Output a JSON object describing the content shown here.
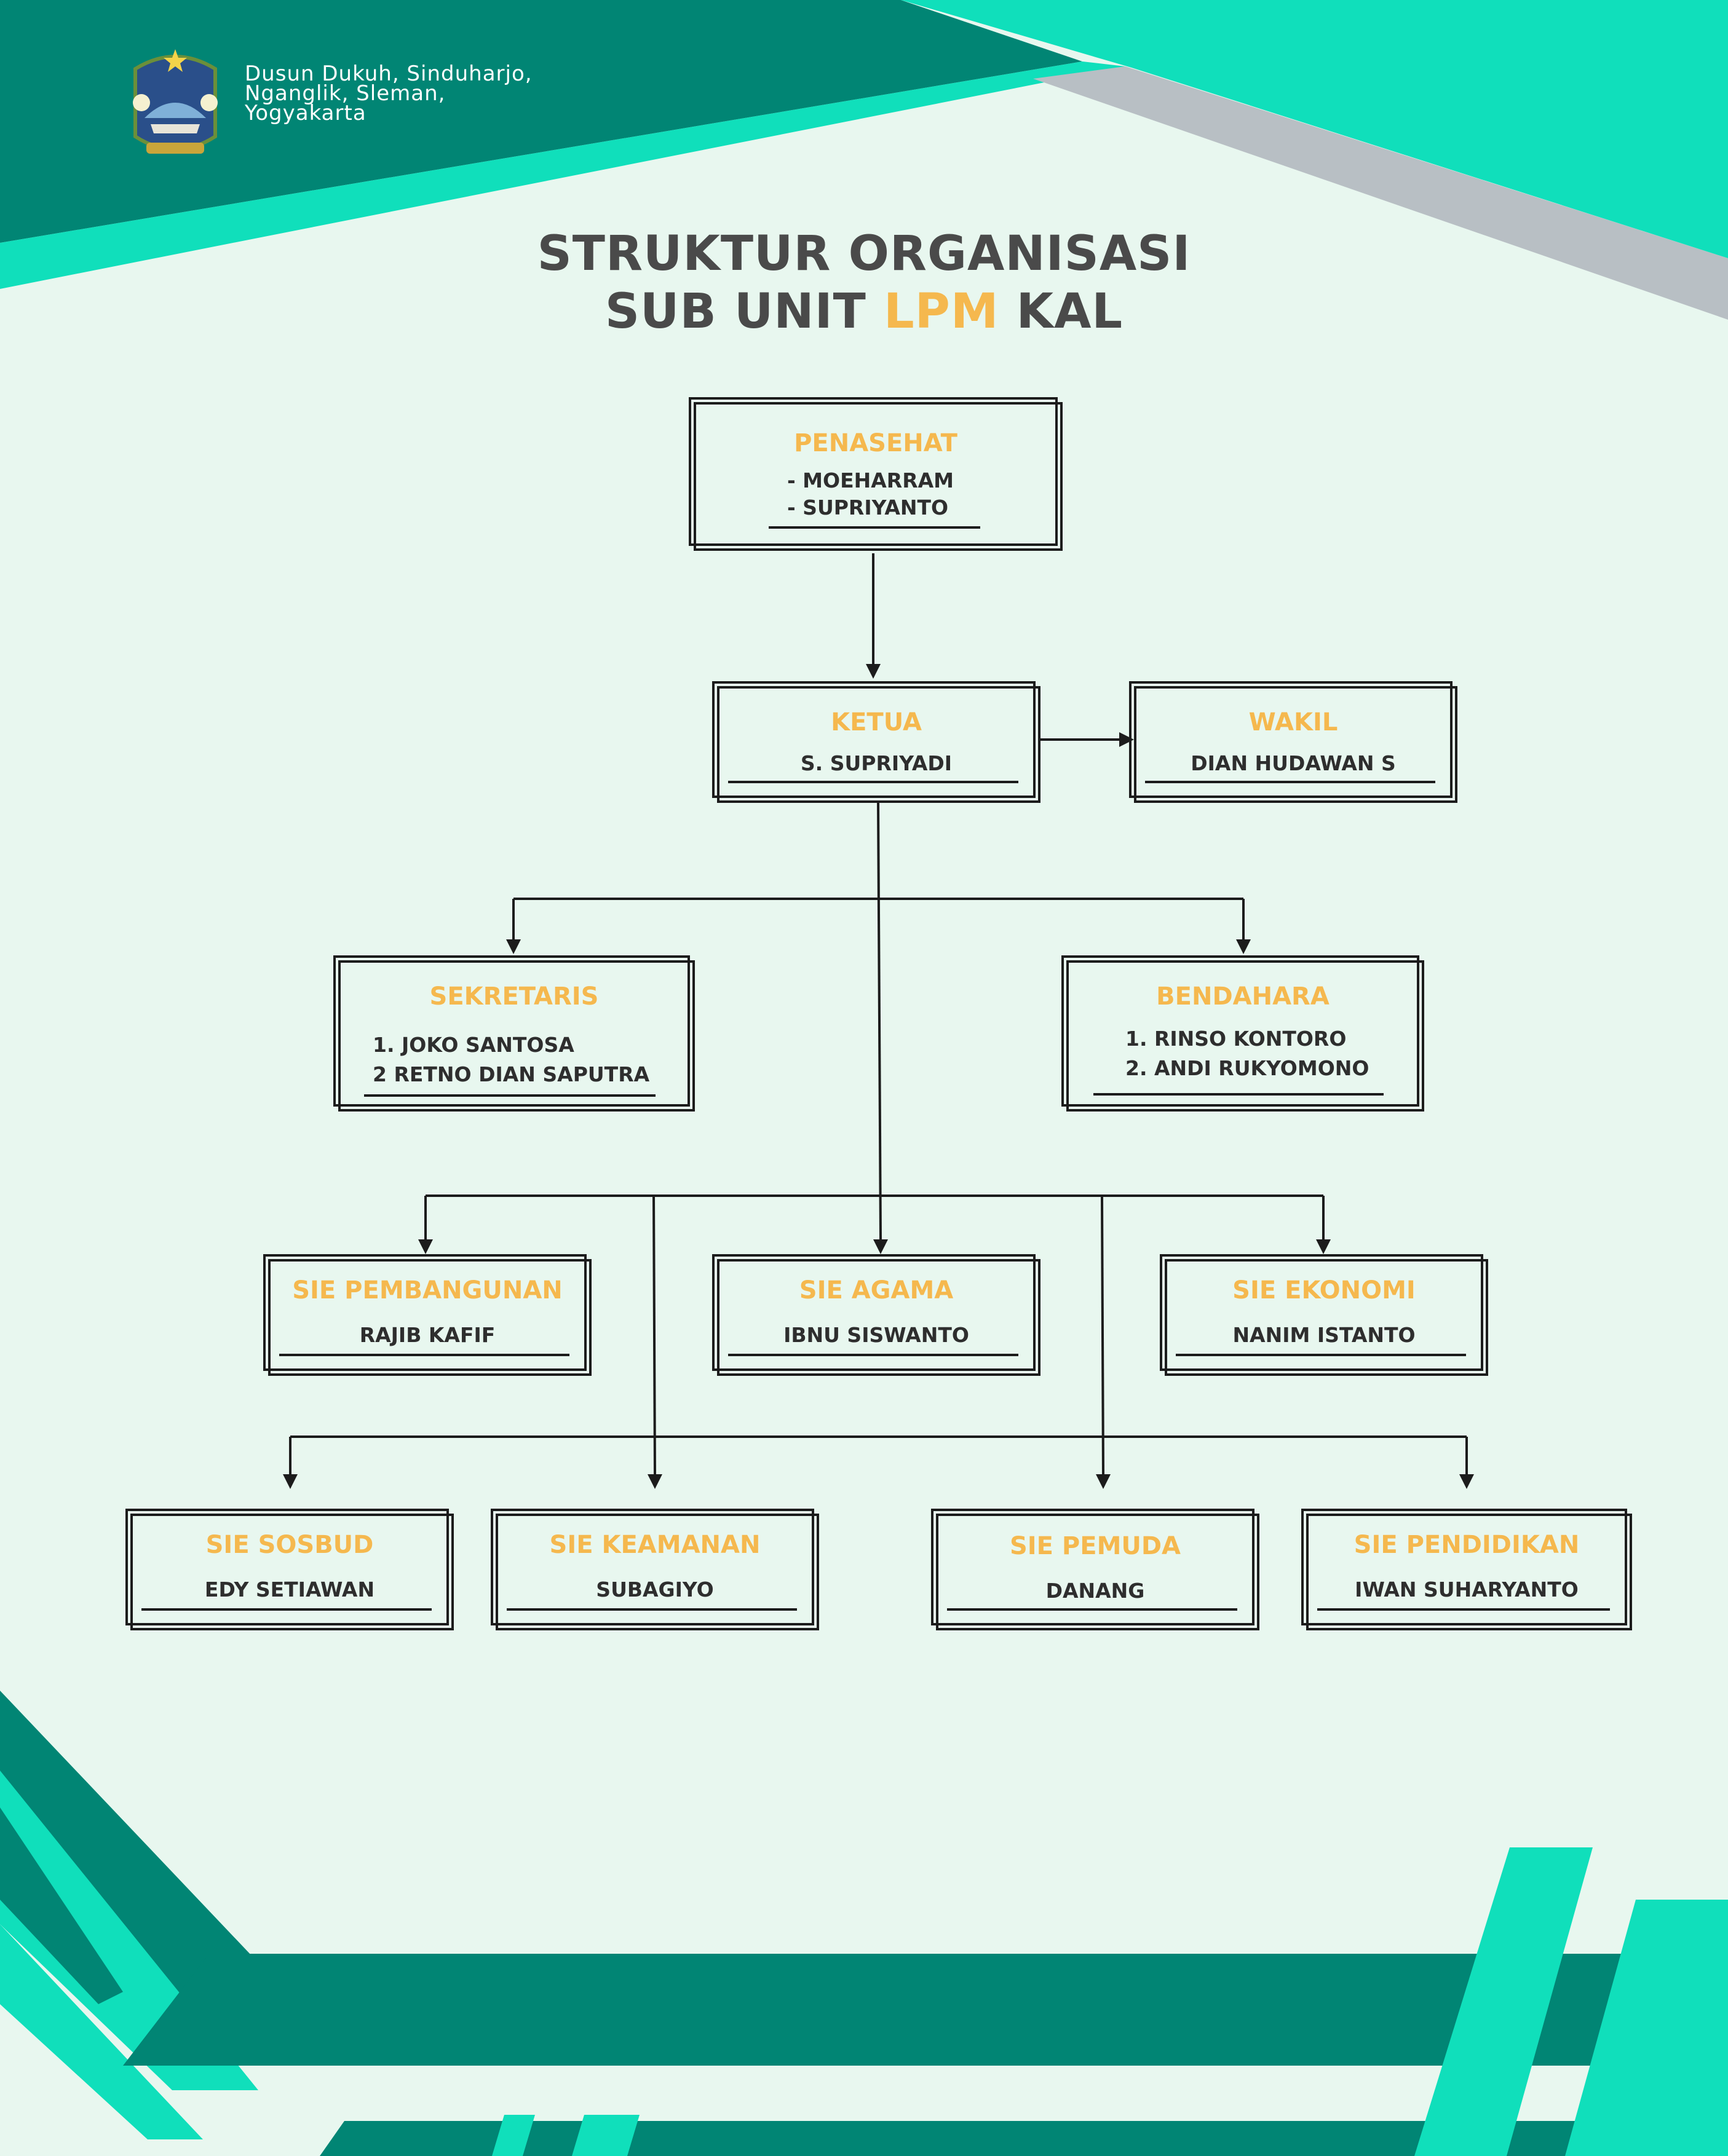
{
  "header": {
    "logo": "sleman-regency-emblem",
    "address_lines": [
      "Dusun Dukuh, Sinduharjo,",
      "Nganglik, Sleman,",
      "Yogyakarta"
    ]
  },
  "title": {
    "line1": "STRUKTUR ORGANISASI",
    "line2_pre": "SUB UNIT ",
    "line2_accent": "LPM",
    "line2_post": " KAL"
  },
  "colors": {
    "background": "#e8f7ef",
    "dark_teal": "#018574",
    "bright_teal": "#10dfbb",
    "accent_orange": "#f5b84e",
    "text_dark": "#4a4a4a",
    "grey_band": "#b8bfc4"
  },
  "nodes": {
    "penasehat": {
      "role": "PENASEHAT",
      "names": [
        "- MOEHARRAM",
        "- SUPRIYANTO"
      ]
    },
    "ketua": {
      "role": "KETUA",
      "name": "S. SUPRIYADI"
    },
    "wakil": {
      "role": "WAKIL",
      "name": "DIAN HUDAWAN S"
    },
    "sekretaris": {
      "role": "SEKRETARIS",
      "names": [
        "1.  JOKO SANTOSA",
        "2  RETNO DIAN SAPUTRA"
      ]
    },
    "bendahara": {
      "role": "BENDAHARA",
      "names": [
        "1.  RINSO KONTORO",
        "2. ANDI RUKYOMONO"
      ]
    },
    "sie_pembangunan": {
      "role": "SIE PEMBANGUNAN",
      "name": "RAJIB KAFIF"
    },
    "sie_agama": {
      "role": "SIE AGAMA",
      "name": "IBNU SISWANTO"
    },
    "sie_ekonomi": {
      "role": "SIE EKONOMI",
      "name": "NANIM ISTANTO"
    },
    "sie_sosbud": {
      "role": "SIE SOSBUD",
      "name": "EDY SETIAWAN"
    },
    "sie_keamanan": {
      "role": "SIE KEAMANAN",
      "name": "SUBAGIYO"
    },
    "sie_pemuda": {
      "role": "SIE PEMUDA",
      "name": "DANANG"
    },
    "sie_pendidikan": {
      "role": "SIE PENDIDIKAN",
      "name": "IWAN SUHARYANTO"
    }
  }
}
